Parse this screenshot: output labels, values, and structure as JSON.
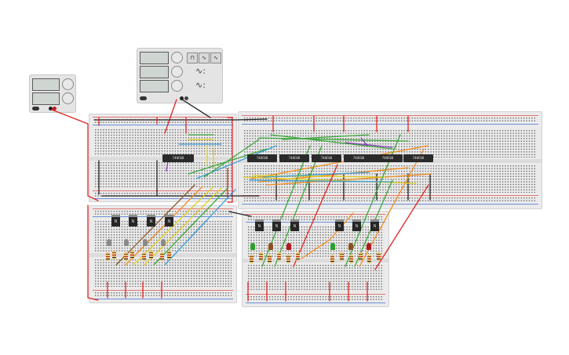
{
  "psu_left": {
    "knobs": 2,
    "displays": 2
  },
  "psu_top": {
    "knobs": 3,
    "displays": 3,
    "wave_buttons": [
      "⊓",
      "∿",
      "∿"
    ],
    "wave_labels": [
      "∿:",
      "∿:"
    ]
  },
  "chips": [
    {
      "label": "74HC08"
    },
    {
      "label": "74HC08"
    },
    {
      "label": "74HC08"
    },
    {
      "label": "74HC08"
    },
    {
      "label": "74HC08"
    },
    {
      "label": "74HC08"
    },
    {
      "label": "74HC08"
    }
  ],
  "transistor_label": "N",
  "colors": {
    "wire_red": "#e02424",
    "wire_green": "#3aa83a",
    "wire_orange": "#f08c1e",
    "wire_blue": "#3a9fd8",
    "wire_yellow": "#e0d01e",
    "wire_purple": "#8a3ab8",
    "wire_brown": "#8a5a2a",
    "wire_black": "#222222",
    "led_green": "#2aa02a",
    "led_brown": "#8a5020",
    "led_red": "#b01a1a",
    "led_gray": "#8a8a8a"
  }
}
